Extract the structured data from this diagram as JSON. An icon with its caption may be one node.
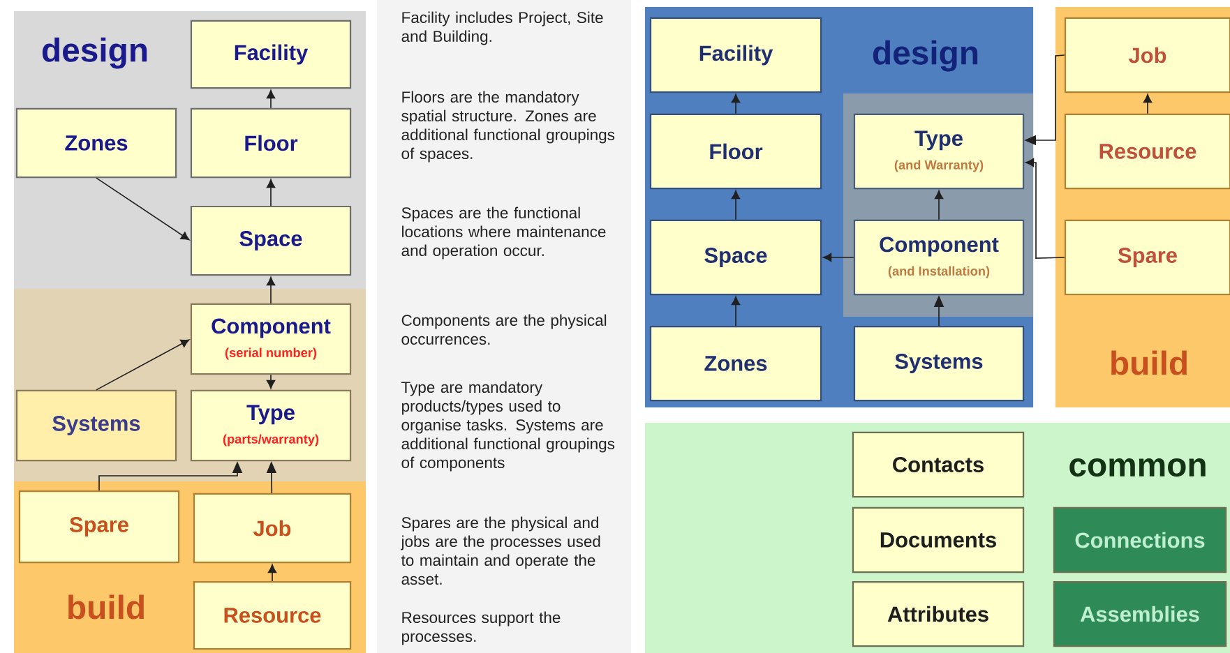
{
  "diagram": {
    "nodes": [
      {
        "text": [
          "design"
        ]
      },
      {
        "text": [
          "Facility"
        ],
        "in": 0
      },
      {
        "text": [
          "Zones"
        ],
        "in": 0
      },
      {
        "text": [
          "Floor"
        ],
        "in": 0
      },
      {
        "text": [
          "Space"
        ],
        "in": 0
      },
      {
        "text": [],
        "shape": "band"
      },
      {
        "text": [
          "Component",
          "(serial number)"
        ],
        "in": 5
      },
      {
        "text": [
          "Systems"
        ],
        "in": 5
      },
      {
        "text": [
          "Type",
          "(parts/warranty)"
        ],
        "in": 5
      },
      {
        "text": [
          "build"
        ]
      },
      {
        "text": [
          "Spare"
        ],
        "in": 9
      },
      {
        "text": [
          "Job"
        ],
        "in": 9
      },
      {
        "text": [
          "Resource"
        ],
        "in": 9
      },
      {
        "text": [
          "design"
        ]
      },
      {
        "text": [
          "Facility"
        ],
        "in": 13
      },
      {
        "text": [
          "Floor"
        ],
        "in": 13
      },
      {
        "text": [
          "Space"
        ],
        "in": 13
      },
      {
        "text": [
          "Zones"
        ],
        "in": 13
      },
      {
        "text": [],
        "shape": "band",
        "in": 13
      },
      {
        "text": [
          "Type",
          "(and Warranty)"
        ],
        "in": 18
      },
      {
        "text": [
          "Component",
          "(and Installation)"
        ],
        "in": 18
      },
      {
        "text": [
          "Systems"
        ],
        "in": 13
      },
      {
        "text": [
          "build"
        ]
      },
      {
        "text": [
          "Job"
        ],
        "in": 22
      },
      {
        "text": [
          "Resource"
        ],
        "in": 22
      },
      {
        "text": [
          "Spare"
        ],
        "in": 22
      },
      {
        "text": [
          "common"
        ]
      },
      {
        "text": [
          "Contacts"
        ],
        "in": 26
      },
      {
        "text": [
          "Documents"
        ],
        "in": 26
      },
      {
        "text": [
          "Attributes"
        ],
        "in": 26
      },
      {
        "text": [
          "Connections"
        ],
        "in": 26
      },
      {
        "text": [
          "Assemblies"
        ],
        "in": 26
      }
    ],
    "edges": [
      {
        "from": 3,
        "to": 1,
        "arrow": "to"
      },
      {
        "from": 4,
        "to": 3,
        "arrow": "to"
      },
      {
        "from": 2,
        "to": 4,
        "arrow": "to"
      },
      {
        "from": 6,
        "to": 4,
        "arrow": "to"
      },
      {
        "from": 7,
        "to": 6,
        "arrow": "to"
      },
      {
        "from": 6,
        "to": 8,
        "arrow": "to"
      },
      {
        "from": 10,
        "to": 8,
        "arrow": "to"
      },
      {
        "from": 11,
        "to": 8,
        "arrow": "to"
      },
      {
        "from": 12,
        "to": 11,
        "arrow": "to"
      },
      {
        "from": 15,
        "to": 14,
        "arrow": "to"
      },
      {
        "from": 16,
        "to": 15,
        "arrow": "to"
      },
      {
        "from": 17,
        "to": 16,
        "arrow": "to"
      },
      {
        "from": 20,
        "to": 16,
        "arrow": "to"
      },
      {
        "from": 20,
        "to": 19,
        "arrow": "to"
      },
      {
        "from": 21,
        "to": 20,
        "arrow": "to"
      },
      {
        "from": 24,
        "to": 23,
        "arrow": "to"
      },
      {
        "from": 23,
        "to": 19,
        "arrow": "to"
      },
      {
        "from": 25,
        "to": 19,
        "arrow": "to"
      }
    ],
    "labels": [
      "Facility includes Project, Site and Building.",
      "Floors are the mandatory spatial structure. Zones are additional functional groupings of spaces.",
      "Spaces are the functional locations where maintenance and operation occur.",
      "Components are the physical occurrences.",
      "Type are mandatory products/types used to organise tasks. Systems are additional functional groupings of components",
      "Spares are the physical and jobs are the processes used to maintain and operate the asset.",
      "Resources support the processes."
    ]
  }
}
